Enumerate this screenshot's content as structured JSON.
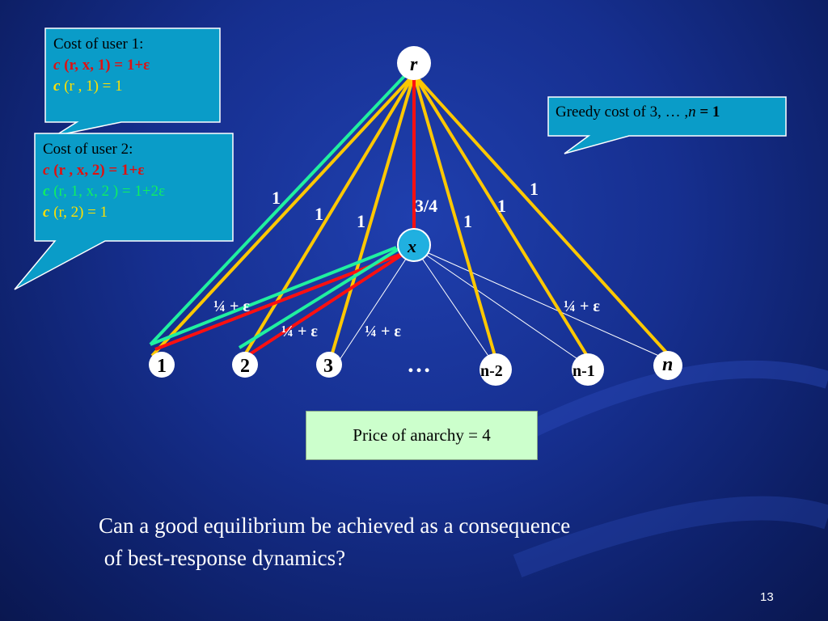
{
  "callout_user1": {
    "title": "Cost of user 1:",
    "line1_c": "c",
    "line1_args": " (r,  x,  1) = 1+ε",
    "line2_c": " c",
    "line2_args": " (r , 1) = 1"
  },
  "callout_user2": {
    "title": "Cost of user 2:",
    "line1_c": "c",
    "line1_args": " (r , x,  2) = 1+ε",
    "line2_c": "c",
    "line2_args": " (r, 1, x, 2 ) = 1+2ε",
    "line3_c": "c",
    "line3_args": " (r, 2) = 1"
  },
  "callout_greedy": {
    "text": "Greedy cost of 3, … ,",
    "n": "n",
    "eq": " = 1"
  },
  "price_of_anarchy": "Price of anarchy = 4",
  "question_line1": "Can a good equilibrium be achieved as a consequence",
  "question_line2": " of best-response dynamics?",
  "slide_number": "13",
  "nodes": {
    "r": "r",
    "x": "x",
    "n1": "1",
    "n2": "2",
    "n3": "3",
    "ellipsis": "…",
    "nm2": "n-2",
    "nm1": "n-1",
    "n": "n"
  },
  "edge_labels": {
    "r_1": "1",
    "r_2": "1",
    "r_3": "1",
    "r_x": "3/4",
    "r_nm2": "1",
    "r_nm1": "1",
    "r_n": "1",
    "x_left": "¼ + ε",
    "x_mid1": "¼ + ε",
    "x_mid2": "¼ + ε",
    "x_right": "¼ + ε"
  },
  "colors": {
    "red": "#e01010",
    "yellow": "#ffe000",
    "green": "#10f060",
    "edge_yellow": "#ffc800",
    "edge_red": "#ff1010",
    "edge_green": "#20f0a0",
    "callout_fill": "#0a9cc8",
    "poa_fill": "#ccffcc"
  }
}
